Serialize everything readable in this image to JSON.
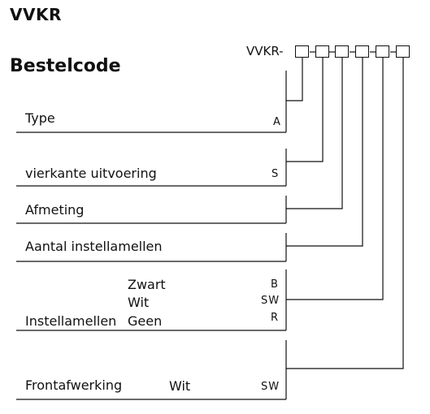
{
  "header": {
    "title": "VVKR",
    "subtitle": "Bestelcode",
    "code_prefix": "VVKR-"
  },
  "rows": [
    {
      "label": "Type",
      "code": "A"
    },
    {
      "label": "vierkante uitvoering",
      "code": "S"
    },
    {
      "label": "Afmeting"
    },
    {
      "label": "Aantal instellamellen"
    },
    {
      "label": "Instellamellen",
      "options": [
        {
          "name": "Zwart",
          "code": "B"
        },
        {
          "name": "Wit",
          "code": "SW"
        },
        {
          "name": "Geen",
          "code": "R"
        }
      ]
    },
    {
      "label": "Frontafwerking",
      "value": "Wit",
      "code": "SW"
    }
  ]
}
